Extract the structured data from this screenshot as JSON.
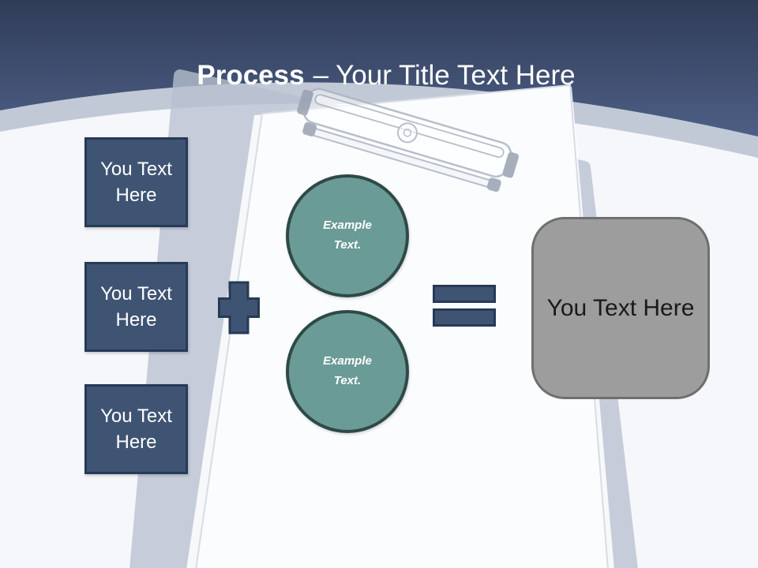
{
  "title": {
    "emphasis": "Process",
    "rest": "– Your Title Text Here"
  },
  "left_boxes": [
    {
      "label": "You Text Here"
    },
    {
      "label": "You Text Here"
    },
    {
      "label": "You Text Here"
    }
  ],
  "operators": [
    {
      "name": "plus"
    },
    {
      "name": "equals"
    }
  ],
  "circles": [
    {
      "label": "Example Text."
    },
    {
      "label": "Example Text."
    }
  ],
  "result_box": {
    "label": "You Text Here"
  },
  "watermark": "clipboard",
  "colors": {
    "header_top": "#303C58",
    "header_bottom": "#4D5F85",
    "band": "#C2C9D6",
    "content_bg": "#F6F7FA",
    "shape_blue": "#3F5473",
    "shape_border": "#263A56",
    "teal": "#6B9B96",
    "teal_border": "#2E4A46",
    "gray_box": "#9D9D9D",
    "gray_border": "#6F6F6F",
    "board": "#B9C1D0",
    "paper": "#FBFCFE",
    "paper_edge": "#D8DCE5",
    "clip_stroke": "#ACB4C3",
    "clip_cap": "#99A2B2",
    "title_text": "#FFFFFF",
    "box_text": "#FFFFFF",
    "circle_text": "#FFFFFF",
    "result_text": "#1A1A1A"
  }
}
